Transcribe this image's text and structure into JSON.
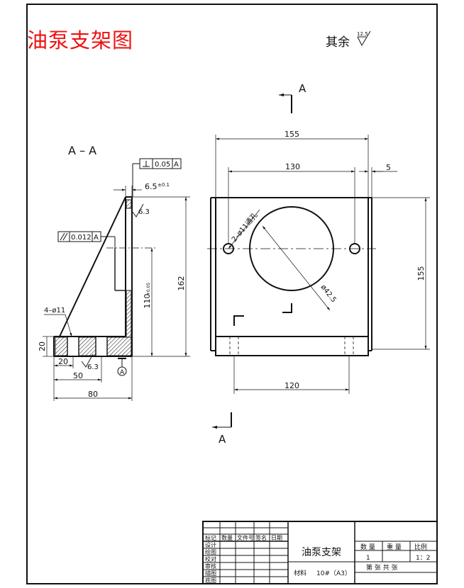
{
  "title": "油泵支架图",
  "roughness_note": "其余",
  "roughness_value": "12.5",
  "section_label": "A – A",
  "view_arrow_letter": "A",
  "datum_marker": "A",
  "section_view": {
    "tolerance_perpendicular": {
      "value": "0.05",
      "datum": "A"
    },
    "tolerance_parallel": {
      "value": "0.012",
      "datum": "A"
    },
    "dim_thickness": "6.5",
    "dim_thickness_tol": "±0.1",
    "roughness_top": "6.3",
    "roughness_bottom": "6.3",
    "dim_height_total": "162",
    "dim_hole_center": "110",
    "dim_hole_center_tol": "+0.05",
    "holes_note": "4–ø11",
    "dim_base_thickness": "20",
    "dim_20": "20",
    "dim_50": "50",
    "dim_80": "80"
  },
  "front_view": {
    "dim_width": "155",
    "dim_holes_spacing": "130",
    "dim_offset": "5",
    "dim_height": "155",
    "dim_bottom_holes": "120",
    "holes_note": "2–ø11通孔",
    "bore_diameter": "ø42.5"
  },
  "title_block": {
    "part_name": "油泵支架",
    "material_label": "材料",
    "material_value": "10#（A3）",
    "col_quantity": "数 量",
    "col_weight": "重 量",
    "col_scale": "比例",
    "quantity": "1",
    "scale": "1：2",
    "sheet_label": "第  张  共  张",
    "header_row": [
      "标记",
      "数量",
      "文件号",
      "签名",
      "日期"
    ],
    "role_rows": [
      "设计",
      "绘图",
      "校对",
      "审核",
      "描图",
      "底图"
    ]
  }
}
